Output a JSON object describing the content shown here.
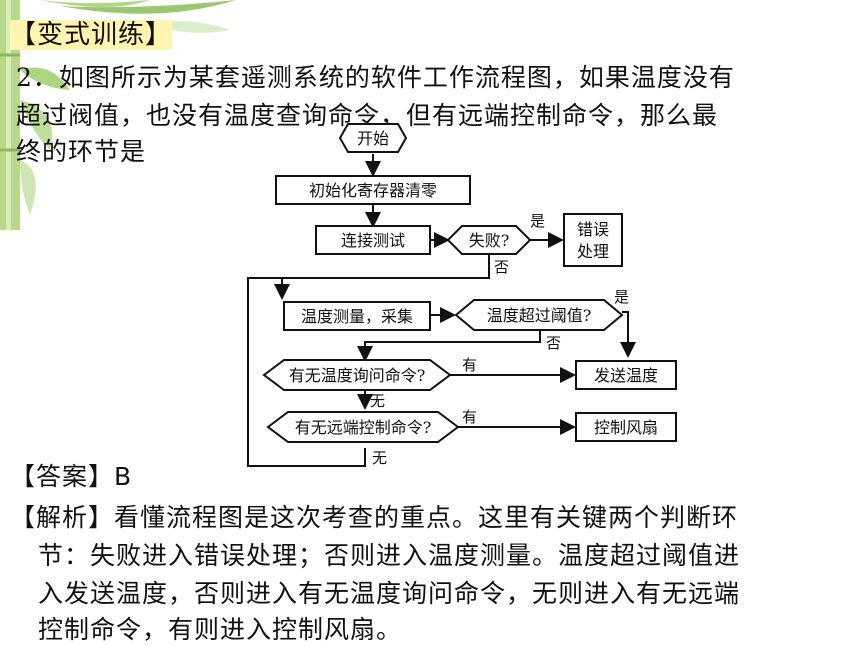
{
  "heading": "【变式训练】",
  "question": {
    "line1": "2．如图所示为某套遥测系统的软件工作流程图，如果温度没有",
    "line2": "超过阀值，也没有温度查询命令，但有远端控制命令，那么最",
    "line3": "终的环节是"
  },
  "flowchart": {
    "start": "开始",
    "init": "初始化寄存器清零",
    "connect": "连接测试",
    "fail_q": "失败?",
    "error_1": "错误",
    "error_2": "处理",
    "measure": "温度测量，采集",
    "exceed_q": "温度超过阈值?",
    "send": "发送温度",
    "query_q": "有无温度询问命令?",
    "remote_q": "有无远端控制命令?",
    "fan": "控制风扇",
    "yes": "是",
    "no": "否",
    "have": "有",
    "none": "无"
  },
  "answer": "【答案】B",
  "explanation": {
    "line1": "【解析】看懂流程图是这次考查的重点。这里有关键两个判断环",
    "line2": "节：失败进入错误处理；否则进入温度测量。温度超过阈值进",
    "line3": "入发送温度，否则进入有无温度询问命令，无则进入有无远端",
    "line4": "控制命令，有则进入控制风扇。"
  }
}
